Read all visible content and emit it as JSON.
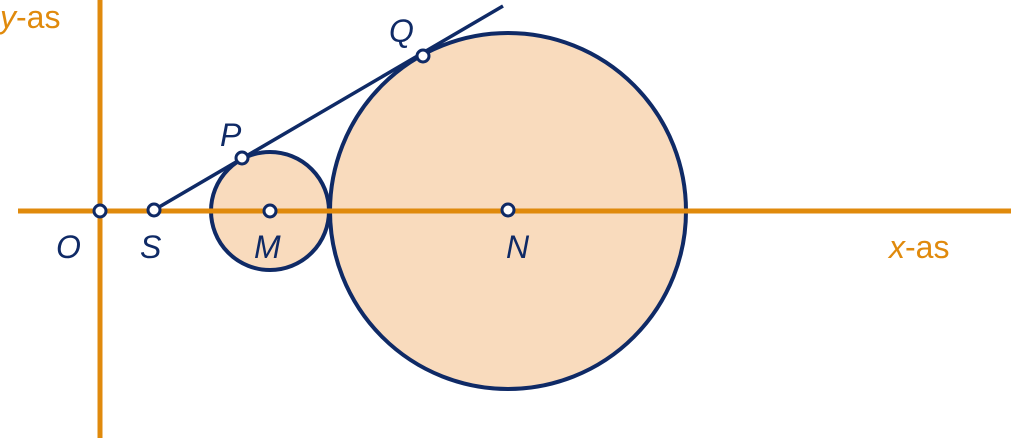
{
  "axes": {
    "x_var": "x",
    "x_suffix": "-as",
    "y_var": "y",
    "y_suffix": "-as",
    "color": "#e08a0c"
  },
  "points": {
    "O": "O",
    "S": "S",
    "M": "M",
    "N": "N",
    "P": "P",
    "Q": "Q"
  },
  "colors": {
    "circle_fill": "#f9dbbd",
    "stroke": "#0f2a66"
  }
}
